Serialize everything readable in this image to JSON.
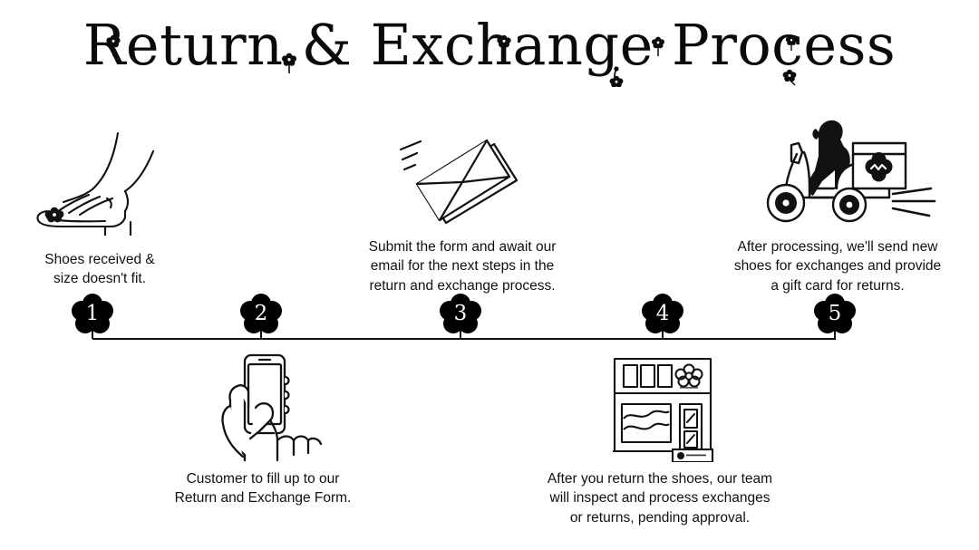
{
  "page": {
    "title_line": "Return & Exchange Process",
    "background_color": "#ffffff",
    "ink_color": "#111111",
    "badge_fill": "#000000",
    "badge_text_color": "#ffffff"
  },
  "title": {
    "segments": [
      {
        "text": "Return"
      },
      {
        "text": "&"
      },
      {
        "text": "Exchange"
      },
      {
        "text": "Process"
      }
    ],
    "decorations": [
      {
        "name": "flower-deco-1",
        "label": "flower"
      },
      {
        "name": "flower-deco-2",
        "label": "flower"
      },
      {
        "name": "flower-deco-3",
        "label": "flower"
      },
      {
        "name": "flower-deco-4",
        "label": "flower"
      },
      {
        "name": "flower-deco-5",
        "label": "flower"
      },
      {
        "name": "flower-deco-6",
        "label": "flower"
      },
      {
        "name": "flower-deco-7",
        "label": "flower"
      }
    ]
  },
  "timeline": {
    "steps": [
      {
        "number": "1",
        "position": "above",
        "caption": "Shoes received &\nsize doesn't fit.",
        "icon": "sandal-foot-illustration"
      },
      {
        "number": "2",
        "position": "below",
        "caption": "Customer to fill up to our\nReturn and Exchange Form.",
        "icon": "hand-holding-phone-illustration"
      },
      {
        "number": "3",
        "position": "above",
        "caption": "Submit the form and await our\nemail for the next steps in the\nreturn and exchange process.",
        "icon": "envelope-illustration"
      },
      {
        "number": "4",
        "position": "below",
        "caption": "After you return the shoes, our team\nwill inspect and process exchanges\nor returns, pending approval.",
        "icon": "storefront-illustration"
      },
      {
        "number": "5",
        "position": "above",
        "caption": "After processing, we'll send new\nshoes for exchanges and provide\na gift card for returns.",
        "icon": "delivery-scooter-illustration"
      }
    ]
  }
}
